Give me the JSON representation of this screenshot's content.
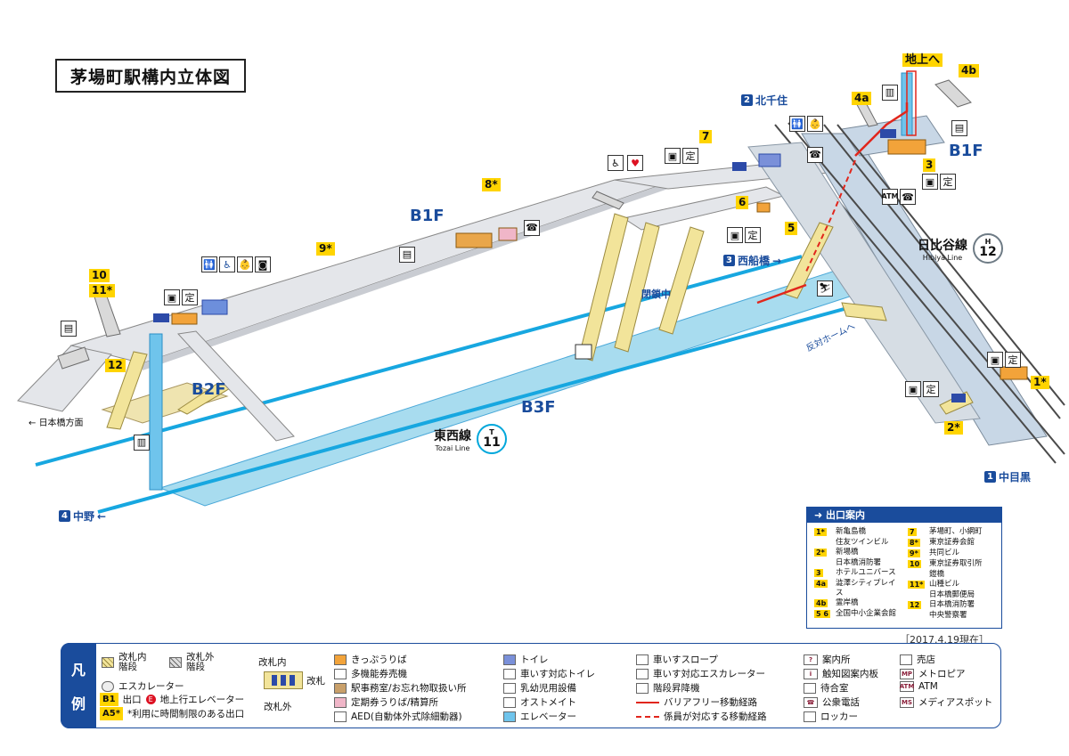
{
  "title": "茅場町駅構内立体図",
  "floors": {
    "b1f_left": "B1F",
    "b1f_right": "B1F",
    "b2f": "B2F",
    "b3f": "B3F"
  },
  "lines": {
    "tozai": {
      "name": "東西線",
      "roman": "Tozai Line",
      "letter": "T",
      "number": "11",
      "color": "#00a7db"
    },
    "hibiya": {
      "name": "日比谷線",
      "roman": "Hibiya Line",
      "letter": "H",
      "number": "12",
      "color": "#b5b5ac"
    }
  },
  "directions": {
    "kitasenju": {
      "num": "2",
      "label": "北千住"
    },
    "nishifunabashi": {
      "num": "3",
      "label": "西船橋"
    },
    "nakano": {
      "num": "4",
      "label": "中野"
    },
    "nakameguro": {
      "num": "1",
      "label": "中目黒"
    },
    "nihonbashi": "日本橋方面",
    "opposite": "反対ホームへ",
    "closed": "閉鎖中",
    "chijoue": "地上へ"
  },
  "exits": [
    "10",
    "11*",
    "12",
    "9*",
    "8*",
    "7",
    "6",
    "5",
    "4a",
    "4b",
    "3",
    "2*",
    "1*"
  ],
  "exit_panel": {
    "header": "出口案内",
    "left": [
      {
        "k": "1*",
        "v": "新亀島橋"
      },
      {
        "k": "",
        "v": "住友ツインビル"
      },
      {
        "k": "2*",
        "v": "新場橋"
      },
      {
        "k": "",
        "v": "日本橋消防署"
      },
      {
        "k": "3",
        "v": "ホテルユニバース"
      },
      {
        "k": "4a",
        "v": "澁澤シティプレイス"
      },
      {
        "k": "4b",
        "v": "霊岸橋"
      },
      {
        "k": "5 6",
        "v": "全国中小企業会館"
      }
    ],
    "right": [
      {
        "k": "7",
        "v": "茅場町、小網町"
      },
      {
        "k": "8*",
        "v": "東京証券会館"
      },
      {
        "k": "9*",
        "v": "共同ビル"
      },
      {
        "k": "10",
        "v": "東京証券取引所"
      },
      {
        "k": "",
        "v": "鎧橋"
      },
      {
        "k": "11*",
        "v": "山種ビル"
      },
      {
        "k": "",
        "v": "日本橋郵便局"
      },
      {
        "k": "12",
        "v": "日本橋消防署"
      },
      {
        "k": "",
        "v": "中央警察署"
      }
    ]
  },
  "as_of": "［2017.4.19現在］",
  "legend": {
    "tag": [
      "凡",
      "例"
    ],
    "stairs_in": "改札内\n階段",
    "stairs_out": "改札外\n階段",
    "escalator": "エスカレーター",
    "exit_b1": "B1",
    "exit_label": "出口",
    "elevator_up": "地上行エレベーター",
    "exit_a5": "A5*",
    "limited": "*利用に時間制限のある出口",
    "gate_in": "改札内",
    "gate": "改札",
    "gate_out": "改札外",
    "col3": [
      "きっぷうりば",
      "多機能券売機",
      "駅事務室/お忘れ物取扱い所",
      "定期券うりば/精算所",
      "AED(自動体外式除細動器)"
    ],
    "col4": [
      "トイレ",
      "車いす対応トイレ",
      "乳幼児用設備",
      "オストメイト",
      "エレベーター"
    ],
    "col5": [
      "車いすスロープ",
      "車いす対応エスカレーター",
      "階段昇降機",
      "バリアフリー移動経路",
      "係員が対応する移動経路"
    ],
    "col6": [
      "案内所",
      "触知図案内板",
      "待合室",
      "公衆電話",
      "ロッカー"
    ],
    "col7": [
      "売店",
      "メトロピア",
      "ATM",
      "メディアスポット"
    ],
    "col7_marks": [
      "MP",
      "ATM",
      "MS"
    ]
  }
}
